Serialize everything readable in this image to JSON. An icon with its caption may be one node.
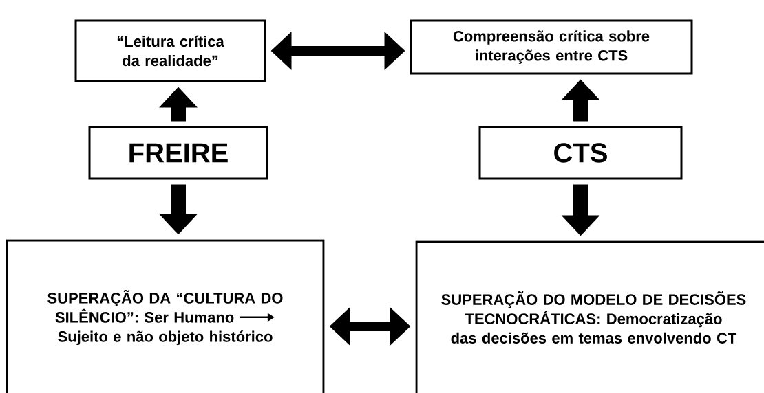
{
  "diagram": {
    "nodes": [
      {
        "text": [
          "“Leitura crítica da realidade”"
        ]
      },
      {
        "text": [
          "Compreensão crítica sobre interações entre CTS"
        ]
      },
      {
        "text": [
          "FREIRE"
        ]
      },
      {
        "text": [
          "CTS"
        ]
      },
      {
        "text": [
          "SUPERAÇÃO DA “CULTURA DO SILÊNCIO”: Ser Humano",
          "Sujeito e não objeto histórico"
        ]
      },
      {
        "text": [
          "SUPERAÇÃO DO MODELO DE DECISÕES TECNOCRÁTICAS: Democratização das decisões em temas envolvendo CT"
        ]
      }
    ],
    "edges": [
      {
        "from": 0,
        "to": 1,
        "arrow": "both"
      },
      {
        "from": 2,
        "to": 0,
        "arrow": "to"
      },
      {
        "from": 3,
        "to": 1,
        "arrow": "to"
      },
      {
        "from": 2,
        "to": 4,
        "arrow": "to"
      },
      {
        "from": 3,
        "to": 5,
        "arrow": "to"
      },
      {
        "from": 4,
        "to": 5,
        "arrow": "both"
      }
    ]
  }
}
